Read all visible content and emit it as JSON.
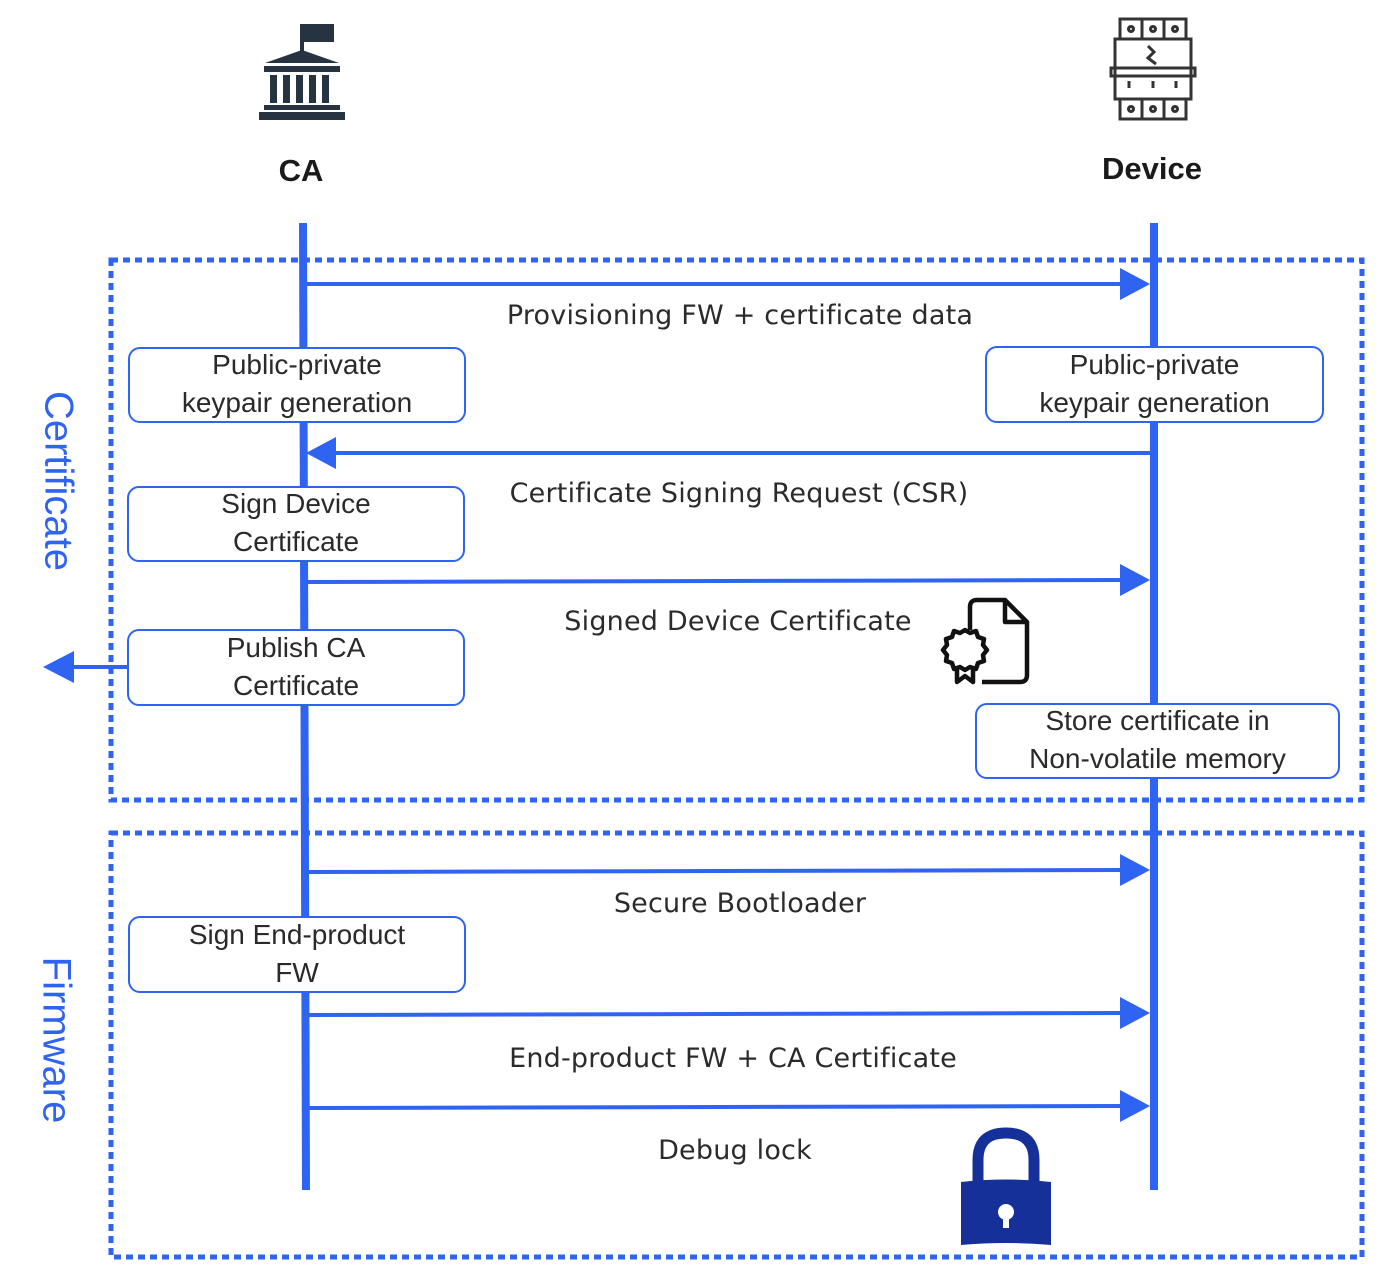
{
  "diagram": {
    "type": "sequence-diagram",
    "colors": {
      "accent": "#2f63f2",
      "text": "#2b2b2b",
      "icon_dark": "#263340",
      "lock": "#16309a"
    },
    "actors": [
      {
        "id": "ca",
        "label": "CA",
        "icon": "government-building-icon"
      },
      {
        "id": "device",
        "label": "Device",
        "icon": "circuit-breaker-device-icon"
      }
    ],
    "phases": [
      {
        "id": "certificate",
        "label": "Certificate"
      },
      {
        "id": "firmware",
        "label": "Firmware"
      }
    ],
    "steps": {
      "ca_keypair": "Public-private\nkeypair generation",
      "device_keypair": "Public-private\nkeypair generation",
      "sign_device_cert": "Sign Device\nCertificate",
      "publish_ca_cert": "Publish CA\nCertificate",
      "store_cert": "Store certificate in\nNon-volatile memory",
      "sign_fw": "Sign End-product\nFW"
    },
    "messages": [
      {
        "id": "m1",
        "from": "CA",
        "to": "Device",
        "label": "Provisioning FW + certificate data"
      },
      {
        "id": "m2",
        "from": "Device",
        "to": "CA",
        "label": "Certificate Signing Request (CSR)"
      },
      {
        "id": "m3",
        "from": "CA",
        "to": "Device",
        "label": "Signed Device Certificate"
      },
      {
        "id": "m4",
        "from": "CA",
        "to": "Device",
        "label": "Secure Bootloader"
      },
      {
        "id": "m5",
        "from": "CA",
        "to": "Device",
        "label": "End-product FW + CA Certificate"
      },
      {
        "id": "m6",
        "from": "CA",
        "to": "Device",
        "label": "Debug lock"
      }
    ],
    "icons": {
      "certificate_doc": "certificate-document-icon",
      "lock": "padlock-icon"
    }
  }
}
